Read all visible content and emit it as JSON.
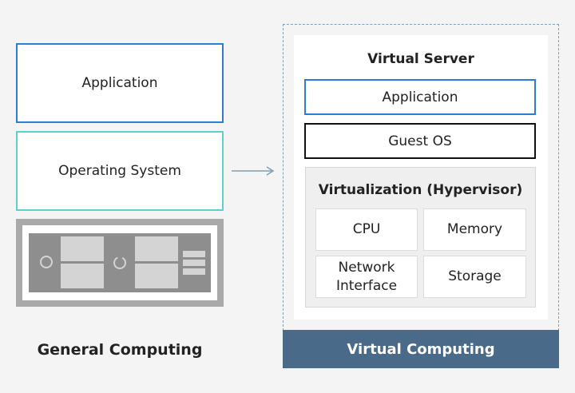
{
  "general": {
    "application": "Application",
    "operating_system": "Operating System",
    "title": "General Computing"
  },
  "virtual": {
    "server_title": "Virtual Server",
    "application": "Application",
    "guest_os": "Guest OS",
    "hypervisor_title": "Virtualization (Hypervisor)",
    "resources": {
      "cpu": "CPU",
      "memory": "Memory",
      "network_line1": "Network",
      "network_line2": "Interface",
      "storage": "Storage"
    },
    "title": "Virtual Computing"
  },
  "colors": {
    "application_border": "#2b7ed6",
    "os_border": "#5fd0d0",
    "virtual_bar": "#4a6a89",
    "arrow": "#7f9db3"
  }
}
